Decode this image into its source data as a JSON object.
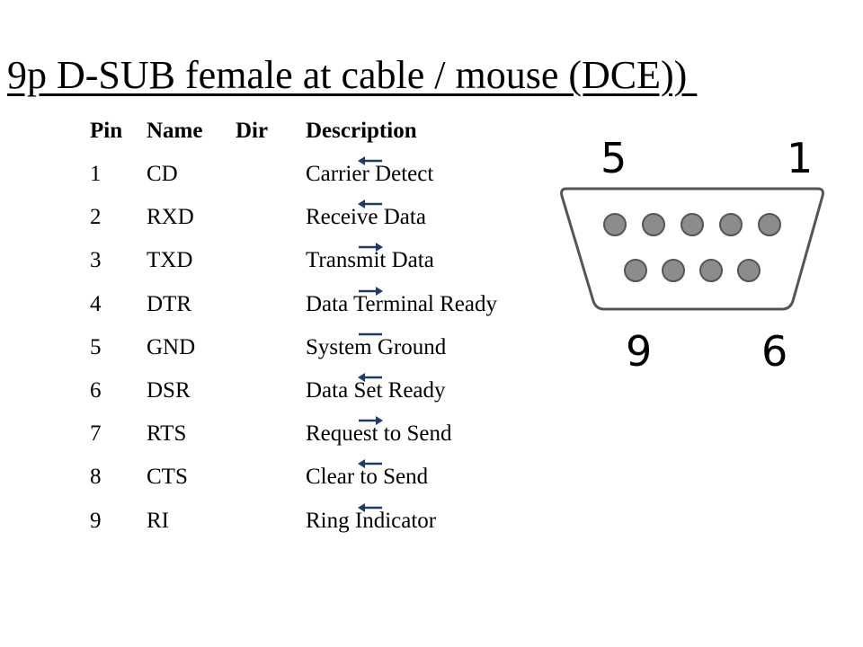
{
  "title": "9p D-SUB female at cable / mouse (DCE)) ",
  "headers": {
    "pin": "Pin",
    "name": "Name",
    "dir": "Dir",
    "description": "Description"
  },
  "rows": [
    {
      "pin": "1",
      "name": "CD",
      "description": "Carrier Detect",
      "direction": "left"
    },
    {
      "pin": "2",
      "name": "RXD",
      "description": "Receive Data",
      "direction": "left"
    },
    {
      "pin": "3",
      "name": "TXD",
      "description": "Transmit Data",
      "direction": "right"
    },
    {
      "pin": "4",
      "name": "DTR",
      "description": "Data Terminal Ready",
      "direction": "right"
    },
    {
      "pin": "5",
      "name": "GND",
      "description": "System Ground",
      "direction": "none"
    },
    {
      "pin": "6",
      "name": "DSR",
      "description": "Data Set Ready",
      "direction": "left"
    },
    {
      "pin": "7",
      "name": "RTS",
      "description": "Request to Send",
      "direction": "right"
    },
    {
      "pin": "8",
      "name": "CTS",
      "description": "Clear to Send",
      "direction": "left"
    },
    {
      "pin": "9",
      "name": "RI",
      "description": "Ring Indicator",
      "direction": "left"
    }
  ],
  "connector": {
    "label_top_left": "5",
    "label_top_right": "1",
    "label_bottom_left": "9",
    "label_bottom_right": "6",
    "top_row_pins": 5,
    "bottom_row_pins": 4
  },
  "colors": {
    "arrow": "#1f3a6e",
    "pin_fill": "#8c8c8c",
    "outline": "#555555"
  }
}
